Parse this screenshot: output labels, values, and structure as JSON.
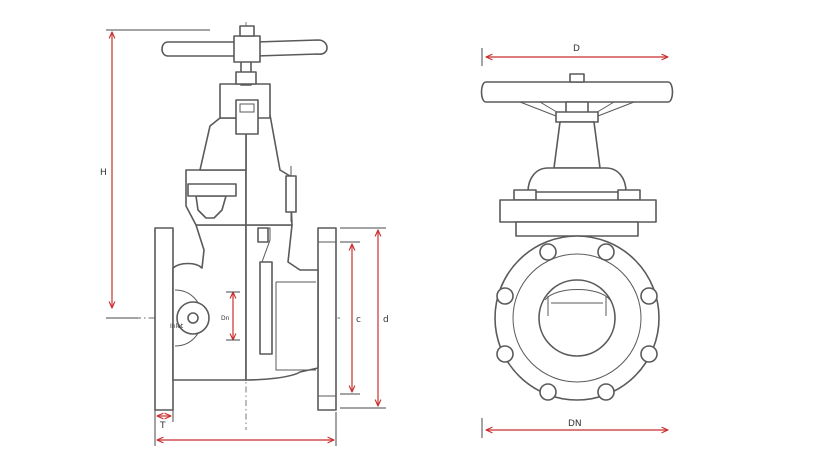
{
  "labels": {
    "H": "H",
    "D": "D",
    "c": "c",
    "d": "d",
    "T": "T",
    "DN": "DN",
    "dn": "Dn",
    "inlet": "Inlet"
  },
  "colors": {
    "outline": "#5a5a5a",
    "dimension": "#c92f2f",
    "background": "#ffffff"
  }
}
